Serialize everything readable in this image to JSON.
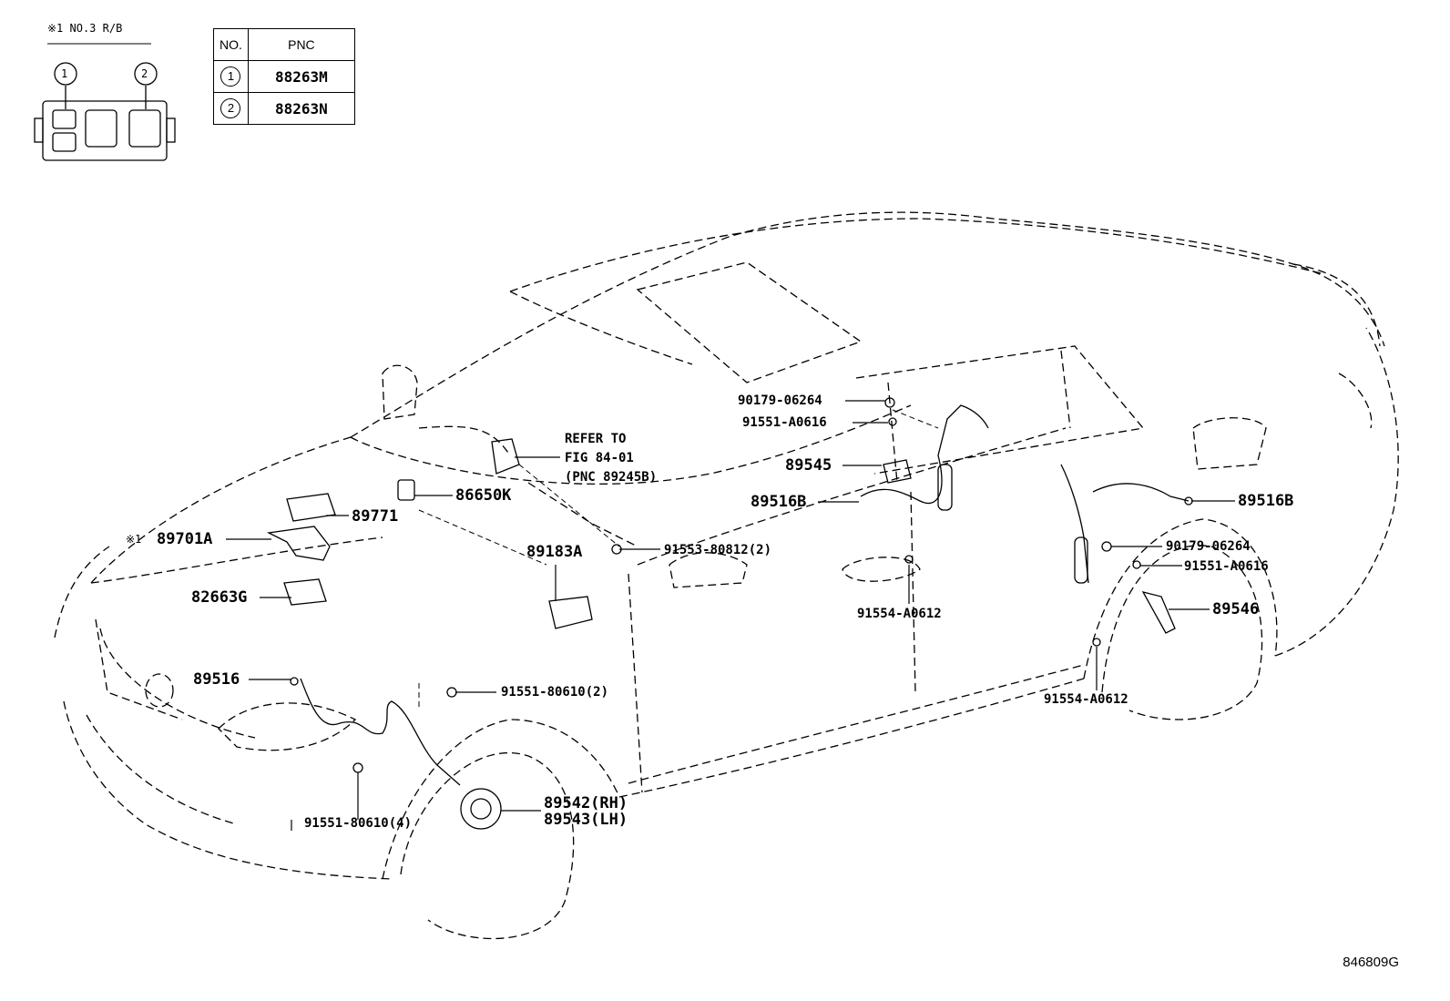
{
  "relay_block": {
    "title": "※1  NO.3 R/B",
    "slot1": "1",
    "slot2": "2"
  },
  "pnc_table": {
    "headers": [
      "NO.",
      "PNC"
    ],
    "rows": [
      {
        "no": "1",
        "pnc": "88263M"
      },
      {
        "no": "2",
        "pnc": "88263N"
      }
    ]
  },
  "callouts": {
    "refer": [
      "REFER TO",
      "FIG 84-01",
      "(PNC 89245B)"
    ],
    "p86650K": "86650K",
    "p89771": "89771",
    "p89701A_mark": "※1",
    "p89701A": "89701A",
    "p82663G": "82663G",
    "p89183A": "89183A",
    "p91553": "91553-80812(2)",
    "p89516": "89516",
    "p91551_80610_2": "91551-80610(2)",
    "p91551_80610_4": "91551-80610(4)",
    "p89542": "89542(RH)",
    "p89543": "89543(LH)",
    "p90179_top": "90179-06264",
    "p91551_A0616_top": "91551-A0616",
    "p89545": "89545",
    "p89516B_left": "89516B",
    "p91554_mid": "91554-A0612",
    "p89516B_right": "89516B",
    "p90179_right": "90179-06264",
    "p91551_A0616_right": "91551-A0616",
    "p89546": "89546",
    "p91554_right": "91554-A0612"
  },
  "figure_id": "846809G"
}
